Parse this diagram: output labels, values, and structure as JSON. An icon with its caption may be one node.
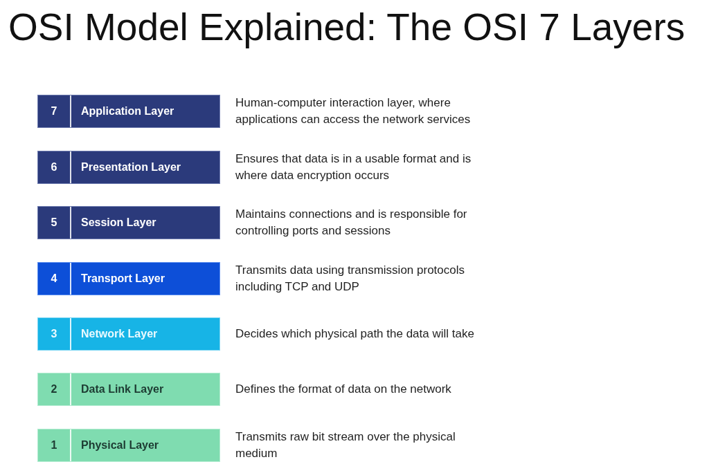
{
  "diagram": {
    "title": "OSI Model Explained: The OSI 7 Layers",
    "nodes": [
      {
        "text": [
          "7",
          "Application Layer"
        ],
        "beside": [
          "Human-computer interaction layer, where applications can access the network services"
        ]
      },
      {
        "text": [
          "6",
          "Presentation Layer"
        ],
        "beside": [
          "Ensures that data is in a usable format and is where data encryption occurs"
        ]
      },
      {
        "text": [
          "5",
          "Session Layer"
        ],
        "beside": [
          "Maintains connections and is responsible for controlling ports and sessions"
        ]
      },
      {
        "text": [
          "4",
          "Transport Layer"
        ],
        "beside": [
          "Transmits data using transmission protocols including TCP and UDP"
        ]
      },
      {
        "text": [
          "3",
          "Network Layer"
        ],
        "beside": [
          "Decides which physical path the data will take"
        ]
      },
      {
        "text": [
          "2",
          "Data Link Layer"
        ],
        "beside": [
          "Defines the format of data on the network"
        ]
      },
      {
        "text": [
          "1",
          "Physical Layer"
        ],
        "beside": [
          "Transmits raw bit stream over the physical medium"
        ]
      }
    ]
  }
}
